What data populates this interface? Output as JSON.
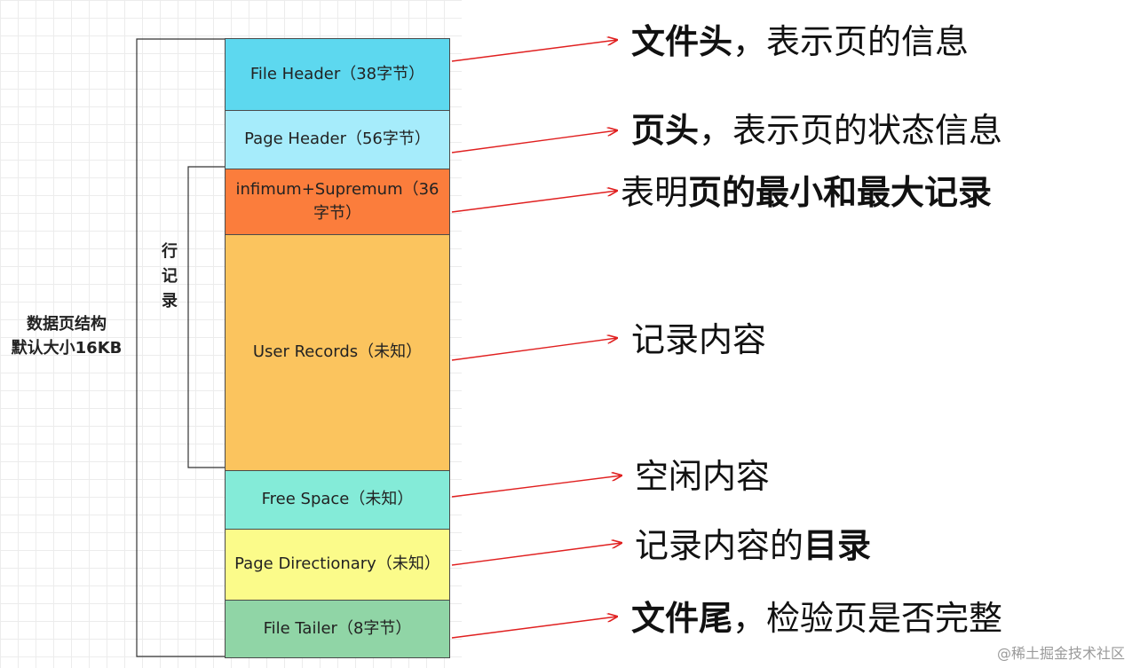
{
  "side": {
    "page_line1": "数据页结构",
    "page_line2": "默认大小16KB",
    "row_label": [
      "行",
      "记",
      "录"
    ]
  },
  "blocks": [
    {
      "id": "file-header",
      "label": "File Header（38字节）",
      "color": "#5dd8ef"
    },
    {
      "id": "page-header",
      "label": "Page Header（56字节）",
      "color": "#a6ecfb"
    },
    {
      "id": "infimum-supremum",
      "label": "infimum+Supremum（36字节）",
      "color": "#fb7d3c"
    },
    {
      "id": "user-records",
      "label": "User Records（未知）",
      "color": "#fbc45e"
    },
    {
      "id": "free-space",
      "label": "Free Space（未知）",
      "color": "#84ebd8"
    },
    {
      "id": "page-directory",
      "label": "Page Directionary（未知）",
      "color": "#fbfb8a"
    },
    {
      "id": "file-tailer",
      "label": "File Tailer（8字节）",
      "color": "#90d5a6"
    }
  ],
  "descriptions": {
    "file_header": {
      "bold": "文件头",
      "rest": "，表示页的信息"
    },
    "page_header": {
      "bold": "页头",
      "rest": "，表示页的状态信息"
    },
    "infimum": {
      "plain": "表明",
      "bold": "页的最小和最大记录"
    },
    "user_records": {
      "plain": "记录内容"
    },
    "free_space": {
      "plain": "空闲内容"
    },
    "page_directory": {
      "plain": "记录内容的",
      "bold": "目录"
    },
    "file_tailer": {
      "bold": "文件尾",
      "rest": "，检验页是否完整"
    }
  },
  "watermark": "@稀土掘金技术社区",
  "colors": {
    "arrow": "#e02020",
    "bracket": "#333333"
  }
}
